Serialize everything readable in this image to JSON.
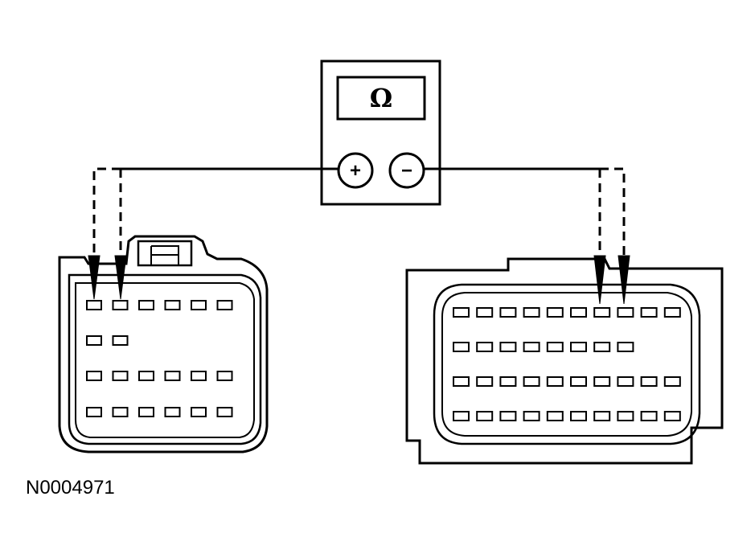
{
  "meter": {
    "display_symbol": "Ω",
    "positive_label": "+",
    "negative_label": "−"
  },
  "figure_id": "N0004971",
  "left_connector": {
    "row_pin_counts": [
      6,
      2,
      6,
      6
    ]
  },
  "right_connector": {
    "row_pin_counts": [
      10,
      8,
      10,
      10
    ]
  },
  "colors": {
    "stroke": "#000000",
    "background": "#ffffff"
  }
}
